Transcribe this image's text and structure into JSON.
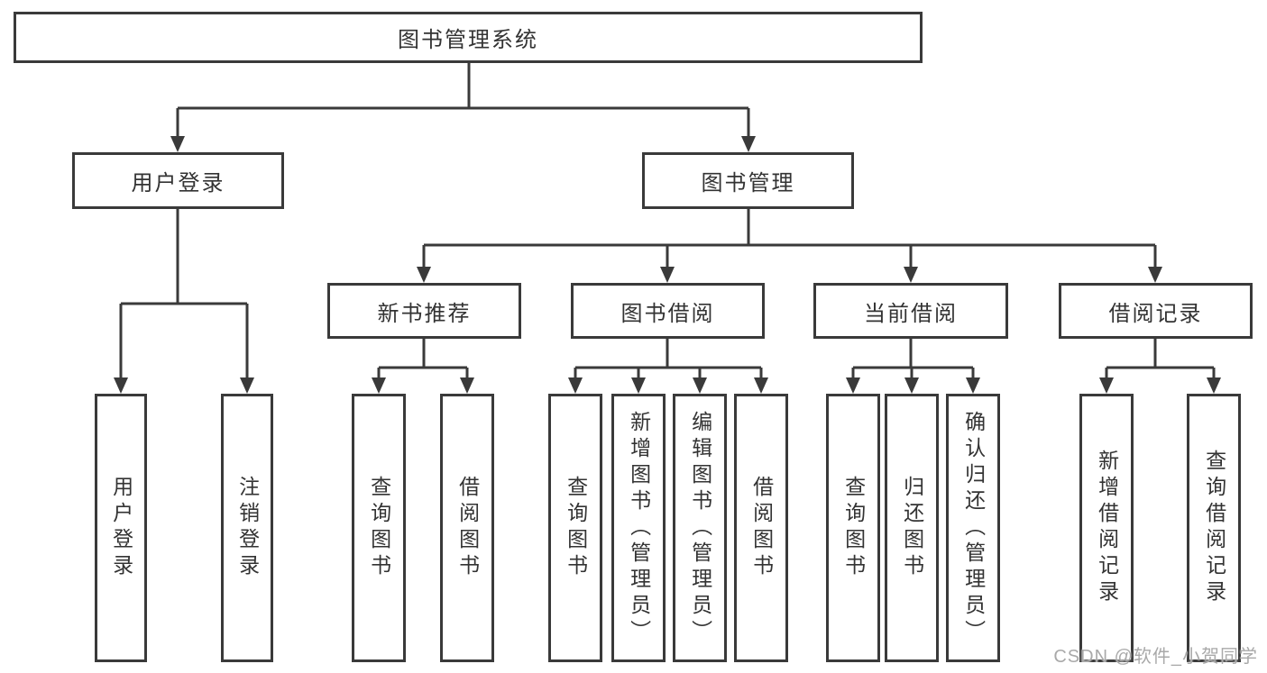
{
  "tree": {
    "label": "图书管理系统",
    "children": [
      {
        "label": "用户登录",
        "children": [
          {
            "label": "用户登录"
          },
          {
            "label": "注销登录"
          }
        ]
      },
      {
        "label": "图书管理",
        "children": [
          {
            "label": "新书推荐",
            "children": [
              {
                "label": "查询图书"
              },
              {
                "label": "借阅图书"
              }
            ]
          },
          {
            "label": "图书借阅",
            "children": [
              {
                "label": "查询图书"
              },
              {
                "label": "新增图书（管理员）"
              },
              {
                "label": "编辑图书（管理员）"
              },
              {
                "label": "借阅图书"
              }
            ]
          },
          {
            "label": "当前借阅",
            "children": [
              {
                "label": "查询图书"
              },
              {
                "label": "归还图书"
              },
              {
                "label": "确认归还（管理员）"
              }
            ]
          },
          {
            "label": "借阅记录",
            "children": [
              {
                "label": "新增借阅记录"
              },
              {
                "label": "查询借阅记录"
              }
            ]
          }
        ]
      }
    ]
  },
  "watermark": {
    "text": "CSDN @软件_小贺同学",
    "color": "#a9a9a9"
  },
  "colors": {
    "line": "#3a3a3a",
    "box_border": "#3a3a3a",
    "text": "#333333",
    "background": "#ffffff"
  }
}
